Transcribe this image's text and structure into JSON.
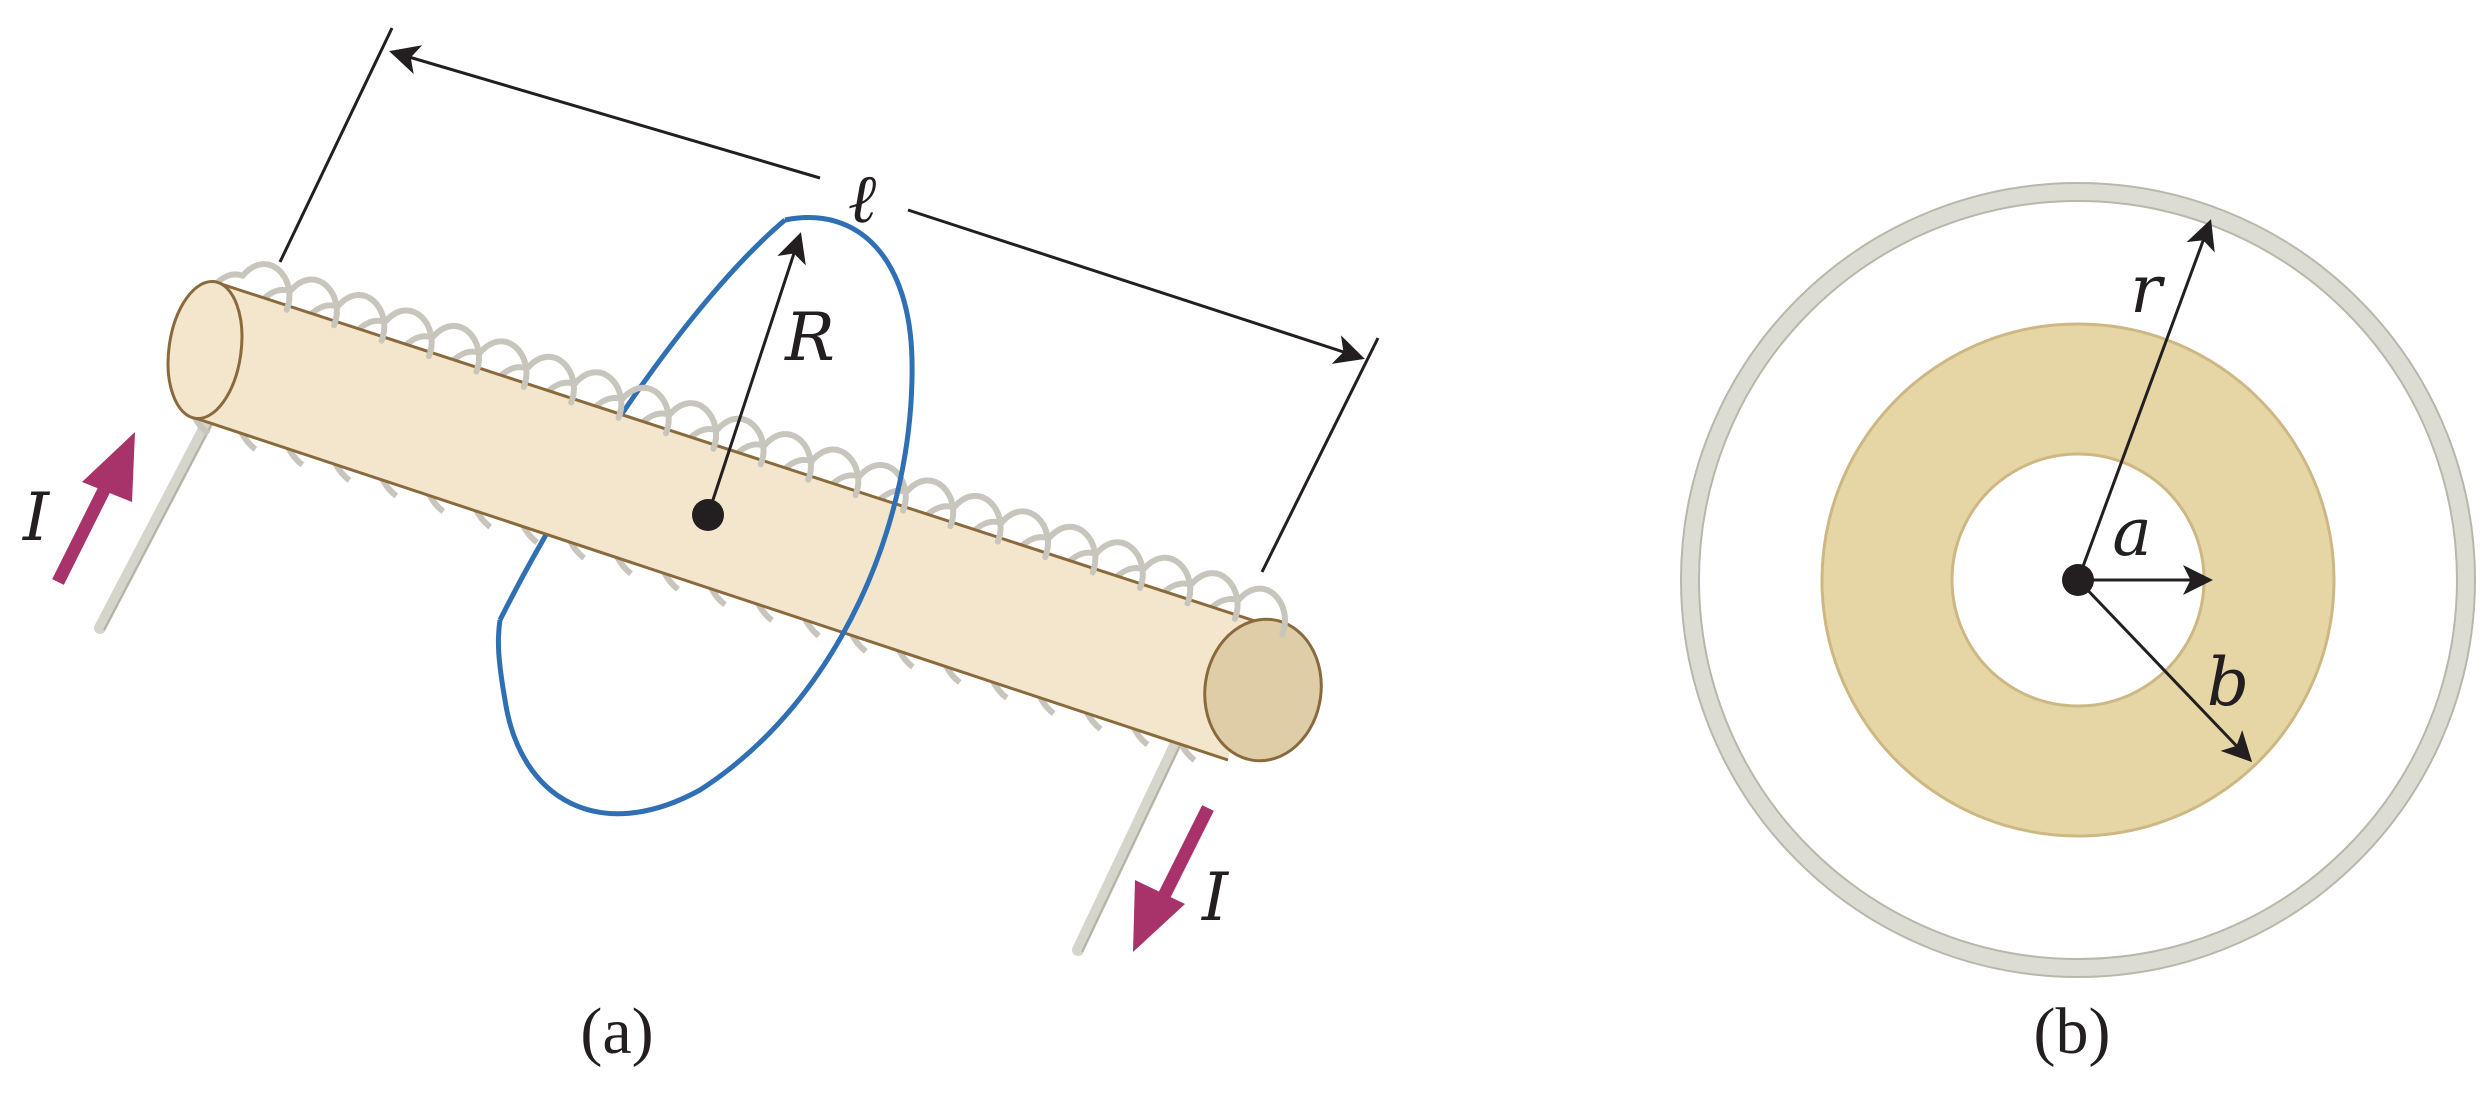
{
  "panel_a": {
    "caption": "(a)",
    "length_label": "ℓ",
    "radius_label": "R",
    "current_in_label": "I",
    "current_out_label": "I"
  },
  "panel_b": {
    "caption": "(b)",
    "outer_radius_label": "r",
    "inner_radius_label": "a",
    "core_radius_label": "b"
  },
  "colors": {
    "core_fill": "#f3e6cc",
    "core_end": "#dfcda8",
    "core_stroke": "#8a6a3c",
    "coil": "#c8c6bc",
    "loop": "#2f6fb4",
    "current_arrow": "#a8336a",
    "annulus": "#e6d6a6",
    "annulus_stroke": "#cdb884",
    "outer_ring": "#d4d3c8",
    "ink": "#231f20"
  }
}
